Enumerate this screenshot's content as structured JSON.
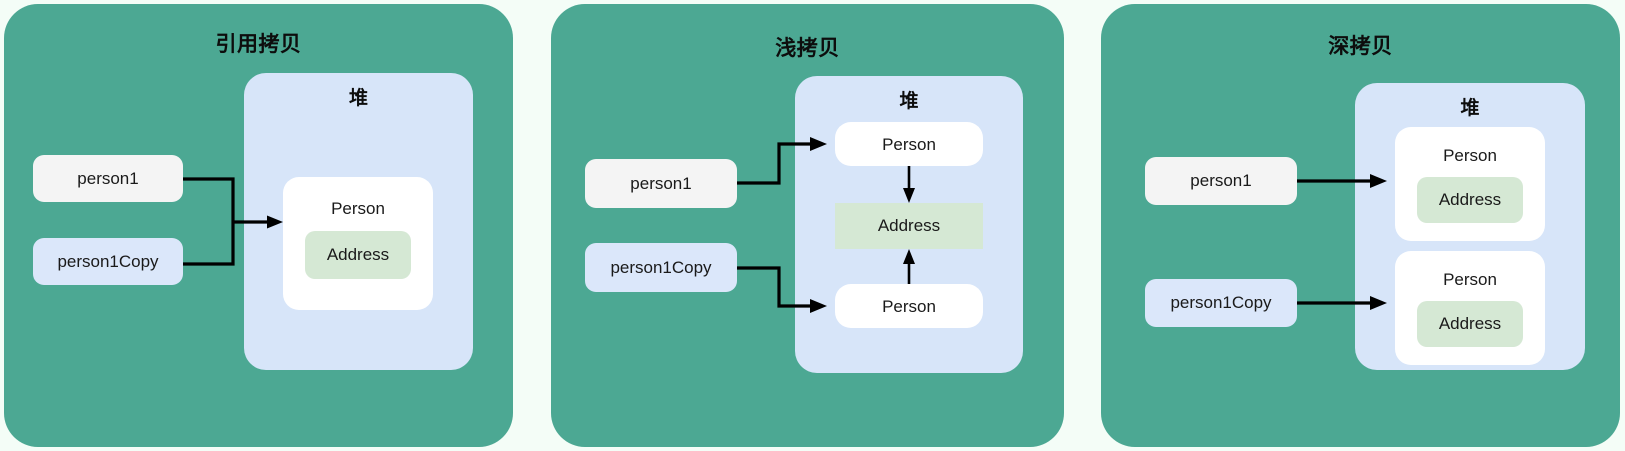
{
  "background_color": "#f4fdf7",
  "colors": {
    "panel": "#4ca893",
    "heap": "#d7e5f9",
    "person_box": "#ffffff",
    "address_box": "#d5e8d4",
    "var_grey": "#f4f4f4",
    "var_blue": "#dbe7fa",
    "edge": "#000000"
  },
  "panels": [
    {
      "title": "引用拷贝",
      "heap_title": "堆",
      "variables": [
        {
          "label": "person1",
          "style": "grey"
        },
        {
          "label": "person1Copy",
          "style": "blue"
        }
      ],
      "objects": [
        {
          "label": "Person",
          "children": [
            {
              "label": "Address"
            }
          ]
        }
      ],
      "edges": [
        {
          "from": "person1",
          "to": "Person",
          "kind": "merge-right"
        },
        {
          "from": "person1Copy",
          "to": "Person",
          "kind": "merge-right"
        }
      ]
    },
    {
      "title": "浅拷贝",
      "heap_title": "堆",
      "variables": [
        {
          "label": "person1",
          "style": "grey"
        },
        {
          "label": "person1Copy",
          "style": "blue"
        }
      ],
      "objects": [
        {
          "label": "Person",
          "children": []
        },
        {
          "label": "Address",
          "children": []
        },
        {
          "label": "Person",
          "children": []
        }
      ],
      "edges": [
        {
          "from": "person1",
          "to": "Person (top)",
          "kind": "step-up"
        },
        {
          "from": "person1Copy",
          "to": "Person (bottom)",
          "kind": "step-down"
        },
        {
          "from": "Person (top)",
          "to": "Address",
          "kind": "down"
        },
        {
          "from": "Person (bottom)",
          "to": "Address",
          "kind": "up"
        }
      ]
    },
    {
      "title": "深拷贝",
      "heap_title": "堆",
      "variables": [
        {
          "label": "person1",
          "style": "grey"
        },
        {
          "label": "person1Copy",
          "style": "blue"
        }
      ],
      "objects": [
        {
          "label": "Person",
          "children": [
            {
              "label": "Address"
            }
          ]
        },
        {
          "label": "Person",
          "children": [
            {
              "label": "Address"
            }
          ]
        }
      ],
      "edges": [
        {
          "from": "person1",
          "to": "Person (top)",
          "kind": "straight"
        },
        {
          "from": "person1Copy",
          "to": "Person (bottom)",
          "kind": "straight"
        }
      ]
    }
  ]
}
